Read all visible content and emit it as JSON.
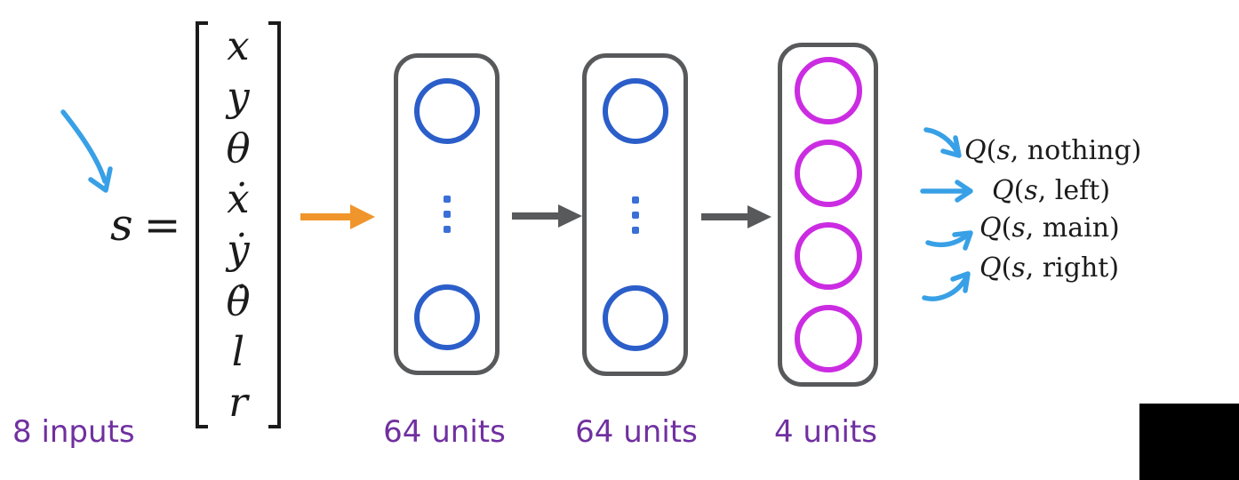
{
  "colors": {
    "blue": "#2b5ec9",
    "dot-blue": "#3a6fd8",
    "magenta": "#cb2ce2",
    "gray": "#58595b",
    "orange": "#f0952c",
    "sky": "#38a0e6",
    "purple": "#7030a0",
    "ink": "#1b1b1b",
    "bg": "#ffffff"
  },
  "equation": {
    "lhs": "s",
    "equals": "=",
    "vector": [
      "x",
      "y",
      "θ",
      "ẋ",
      "ẏ",
      "θ̇",
      "l",
      "r"
    ],
    "input_label": "8 inputs"
  },
  "layers": [
    {
      "label": "64 units"
    },
    {
      "label": "64 units"
    },
    {
      "label": "4 units"
    }
  ],
  "outputs": [
    {
      "q": "Q",
      "paren": "(",
      "s": "s",
      "tail": ", nothing)"
    },
    {
      "q": "Q",
      "paren": "(",
      "s": "s",
      "tail": ", left)"
    },
    {
      "q": "Q",
      "paren": "(",
      "s": "s",
      "tail": ", main)"
    },
    {
      "q": "Q",
      "paren": "(",
      "s": "s",
      "tail": ", right)"
    }
  ]
}
